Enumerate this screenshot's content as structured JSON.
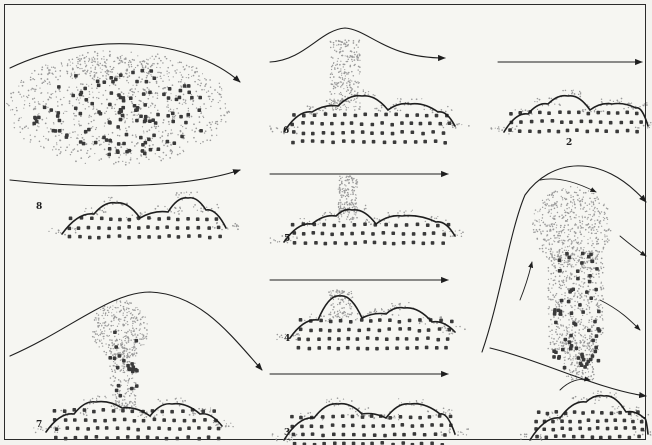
{
  "figure": {
    "panels": [
      {
        "id": "panel-1-top-right",
        "label": "2"
      },
      {
        "id": "panel-2-large-right",
        "label": ""
      },
      {
        "id": "panel-3-center-bottom",
        "label": "3"
      },
      {
        "id": "panel-4-center",
        "label": "4"
      },
      {
        "id": "panel-5-center",
        "label": "5"
      },
      {
        "id": "panel-6-center-top",
        "label": "6"
      },
      {
        "id": "panel-7-bottom-left",
        "label": "7"
      },
      {
        "id": "panel-8-top-left",
        "label": "8"
      },
      {
        "id": "panel-9-bottom-right",
        "label": ""
      }
    ],
    "colors": {
      "ink": "#1e1e1e",
      "paper": "#f6f6f2",
      "stipple": "#9a9a9a",
      "cell": "#3a3a3a"
    }
  }
}
